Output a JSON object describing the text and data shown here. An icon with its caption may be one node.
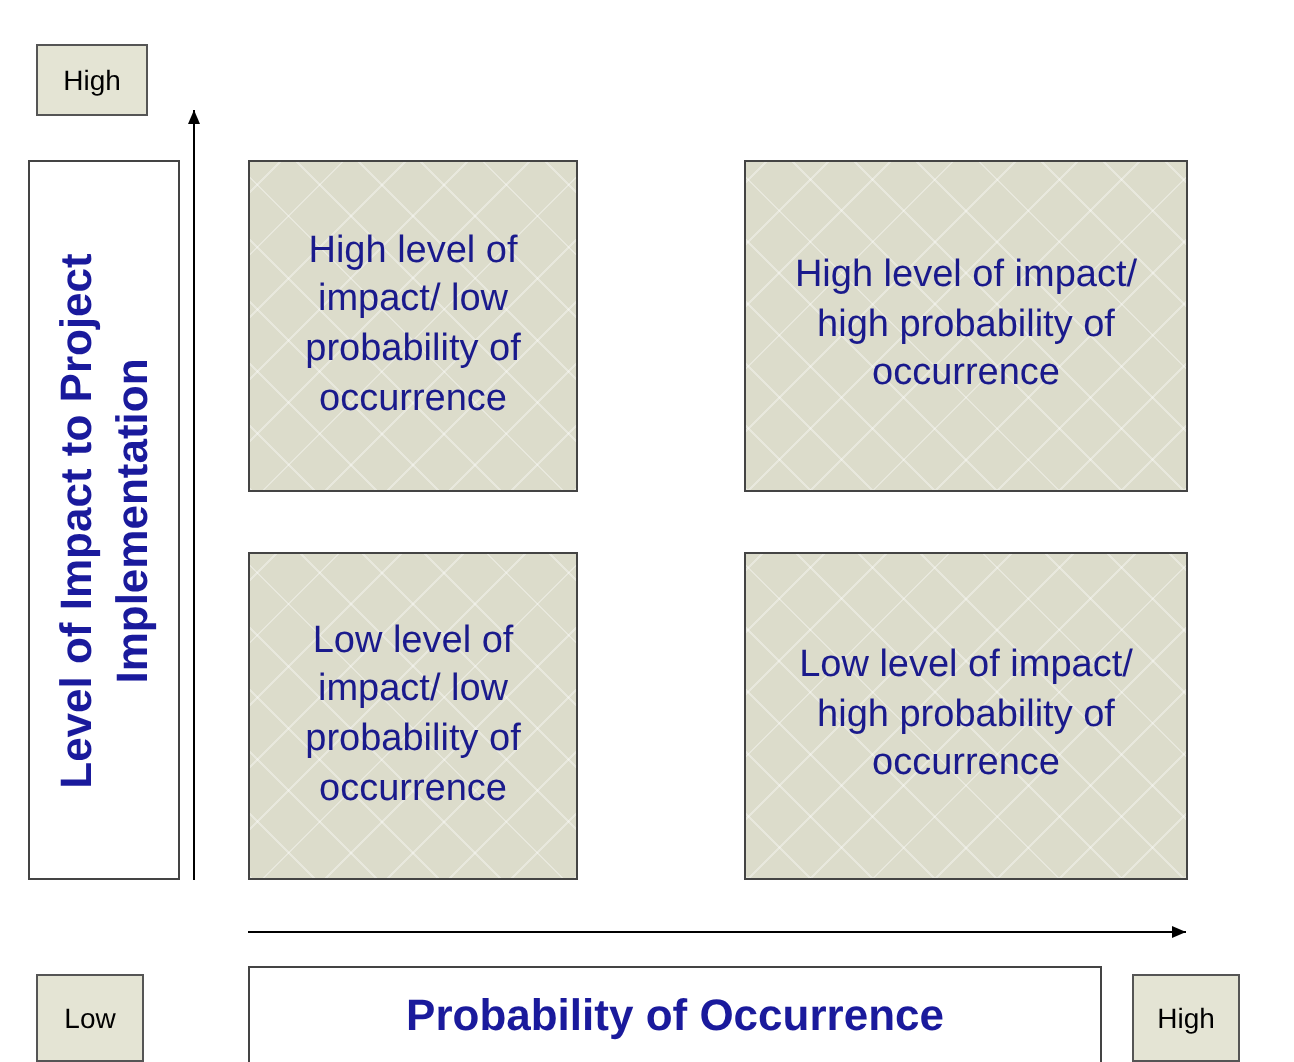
{
  "diagram": {
    "nodes": [
      {
        "text": [
          "High"
        ]
      },
      {
        "text": [
          "Level of Impact to Project Implementation"
        ]
      },
      {
        "text": [
          "High level of impact/ low probability of occurrence"
        ]
      },
      {
        "text": [
          "High level of impact/ high probability of occurrence"
        ]
      },
      {
        "text": [
          "Low level of impact/ low probability of occurrence"
        ]
      },
      {
        "text": [
          "Low level of impact/ high probability of occurrence"
        ]
      },
      {
        "text": [
          "Low"
        ]
      },
      {
        "text": [
          "Probability of Occurrence"
        ]
      },
      {
        "text": [
          "High"
        ]
      }
    ],
    "edges": []
  }
}
